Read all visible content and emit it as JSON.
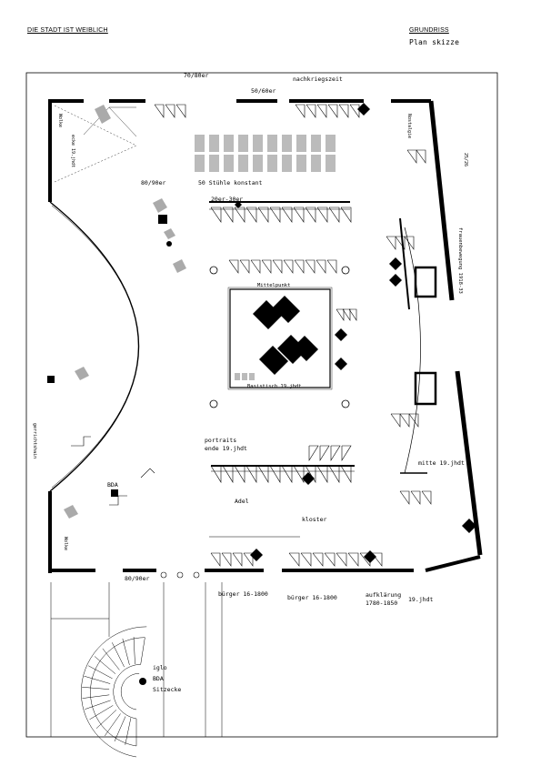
{
  "header": {
    "title_left": "DIE STADT IST WEIBLICH",
    "title_right": "GRUNDRISS",
    "subtitle_right": "Plan skizze"
  },
  "labels": {
    "era_70_80": "70/80er",
    "era_50_60": "50/60er",
    "nachkriegszeit": "nachkriegszeit",
    "chairs": "50 Stühle konstant",
    "era_80_90_top": "80/90er",
    "era_20_30": "20er-30er",
    "frauenbewegung": "frauenbewegung 1918-33",
    "era_25_26": "25/26",
    "portraits": "portraits",
    "ende_19": "ende 19.jhdt",
    "mitte_19": "mitte 19.jhdt",
    "adel": "Adel",
    "kloster": "kloster",
    "bda_left": "BDA",
    "era_80_90_bottom": "80/90er",
    "buerger_1": "bürger 16-1800",
    "buerger_2": "bürger 16-1800",
    "aufklaerung": "aufklärung",
    "aufklaerung_years": "1780-1850",
    "jhdt_19": "19.jhdt",
    "iglo": "iglo",
    "bda_bottom": "BDA",
    "sitzecke": "Sitzecke",
    "wolke_top": "Wolke",
    "wolke_bottom": "Wolke",
    "center_top": "Mittelpunkt",
    "center_bottom": "Basistisch 19.jhdt",
    "ecke": "ecke 19.jhdt",
    "gerricht": "gerrichtshain",
    "nostalgie": "Nostalgie"
  }
}
